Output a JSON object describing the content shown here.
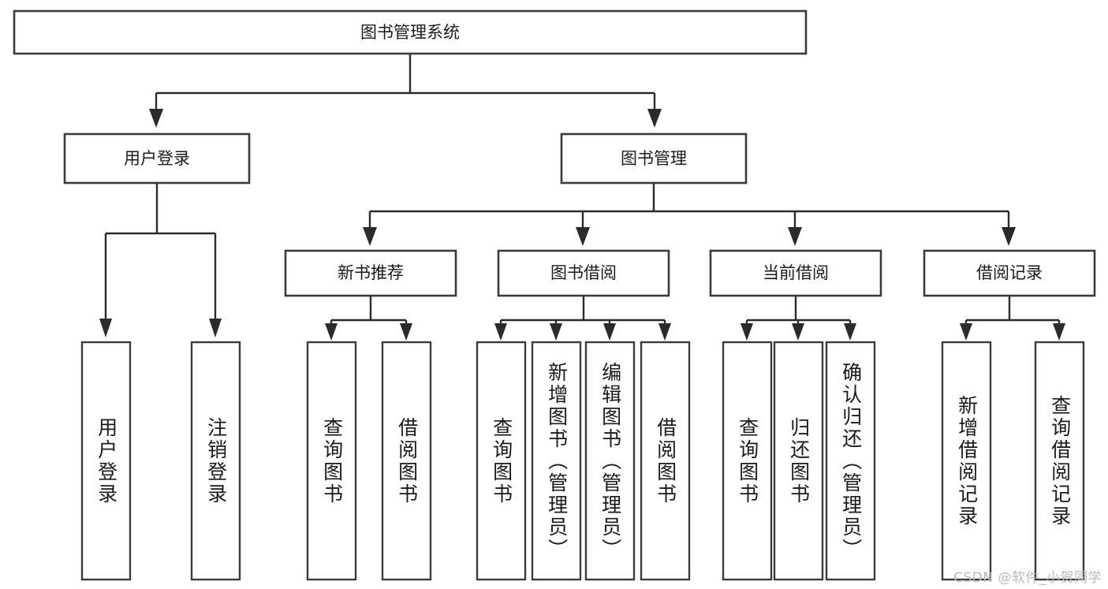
{
  "diagram": {
    "type": "tree-hierarchy",
    "title": "图书管理系统",
    "watermark": "CSDN @软件_小贺同学",
    "background_color": "#ffffff",
    "box_stroke_color": "#3b3b3b",
    "connector_color": "#2b2b2b",
    "text_color": "#1a1a1a",
    "watermark_color": "#b9b9b9",
    "levels": 4,
    "root": {
      "id": "root",
      "label": "图书管理系统",
      "orientation": "horizontal"
    },
    "level2": [
      {
        "id": "user-login",
        "label": "用户登录",
        "orientation": "horizontal"
      },
      {
        "id": "book-management",
        "label": "图书管理",
        "orientation": "horizontal"
      }
    ],
    "level3": [
      {
        "id": "new-book-recommend",
        "label": "新书推荐",
        "orientation": "horizontal",
        "parent": "book-management"
      },
      {
        "id": "book-borrow",
        "label": "图书借阅",
        "orientation": "horizontal",
        "parent": "book-management"
      },
      {
        "id": "current-borrow",
        "label": "当前借阅",
        "orientation": "horizontal",
        "parent": "book-management"
      },
      {
        "id": "borrow-record",
        "label": "借阅记录",
        "orientation": "horizontal",
        "parent": "book-management"
      }
    ],
    "leaves": [
      {
        "id": "leaf-user-login",
        "label": "用户登录",
        "orientation": "vertical",
        "parent": "user-login"
      },
      {
        "id": "leaf-user-logout",
        "label": "注销登录",
        "orientation": "vertical",
        "parent": "user-login"
      },
      {
        "id": "leaf-query-book-1",
        "label": "查询图书",
        "orientation": "vertical",
        "parent": "new-book-recommend"
      },
      {
        "id": "leaf-borrow-book-1",
        "label": "借阅图书",
        "orientation": "vertical",
        "parent": "new-book-recommend"
      },
      {
        "id": "leaf-query-book-2",
        "label": "查询图书",
        "orientation": "vertical",
        "parent": "book-borrow"
      },
      {
        "id": "leaf-add-book",
        "label": "新增图书（管理员）",
        "orientation": "vertical",
        "parent": "book-borrow"
      },
      {
        "id": "leaf-edit-book",
        "label": "编辑图书（管理员）",
        "orientation": "vertical",
        "parent": "book-borrow"
      },
      {
        "id": "leaf-borrow-book-2",
        "label": "借阅图书",
        "orientation": "vertical",
        "parent": "book-borrow"
      },
      {
        "id": "leaf-query-book-3",
        "label": "查询图书",
        "orientation": "vertical",
        "parent": "current-borrow"
      },
      {
        "id": "leaf-return-book",
        "label": "归还图书",
        "orientation": "vertical",
        "parent": "current-borrow"
      },
      {
        "id": "leaf-confirm-return",
        "label": "确认归还（管理员）",
        "orientation": "vertical",
        "parent": "current-borrow"
      },
      {
        "id": "leaf-add-record",
        "label": "新增借阅记录",
        "orientation": "vertical",
        "parent": "borrow-record"
      },
      {
        "id": "leaf-query-record",
        "label": "查询借阅记录",
        "orientation": "vertical",
        "parent": "borrow-record"
      }
    ]
  }
}
